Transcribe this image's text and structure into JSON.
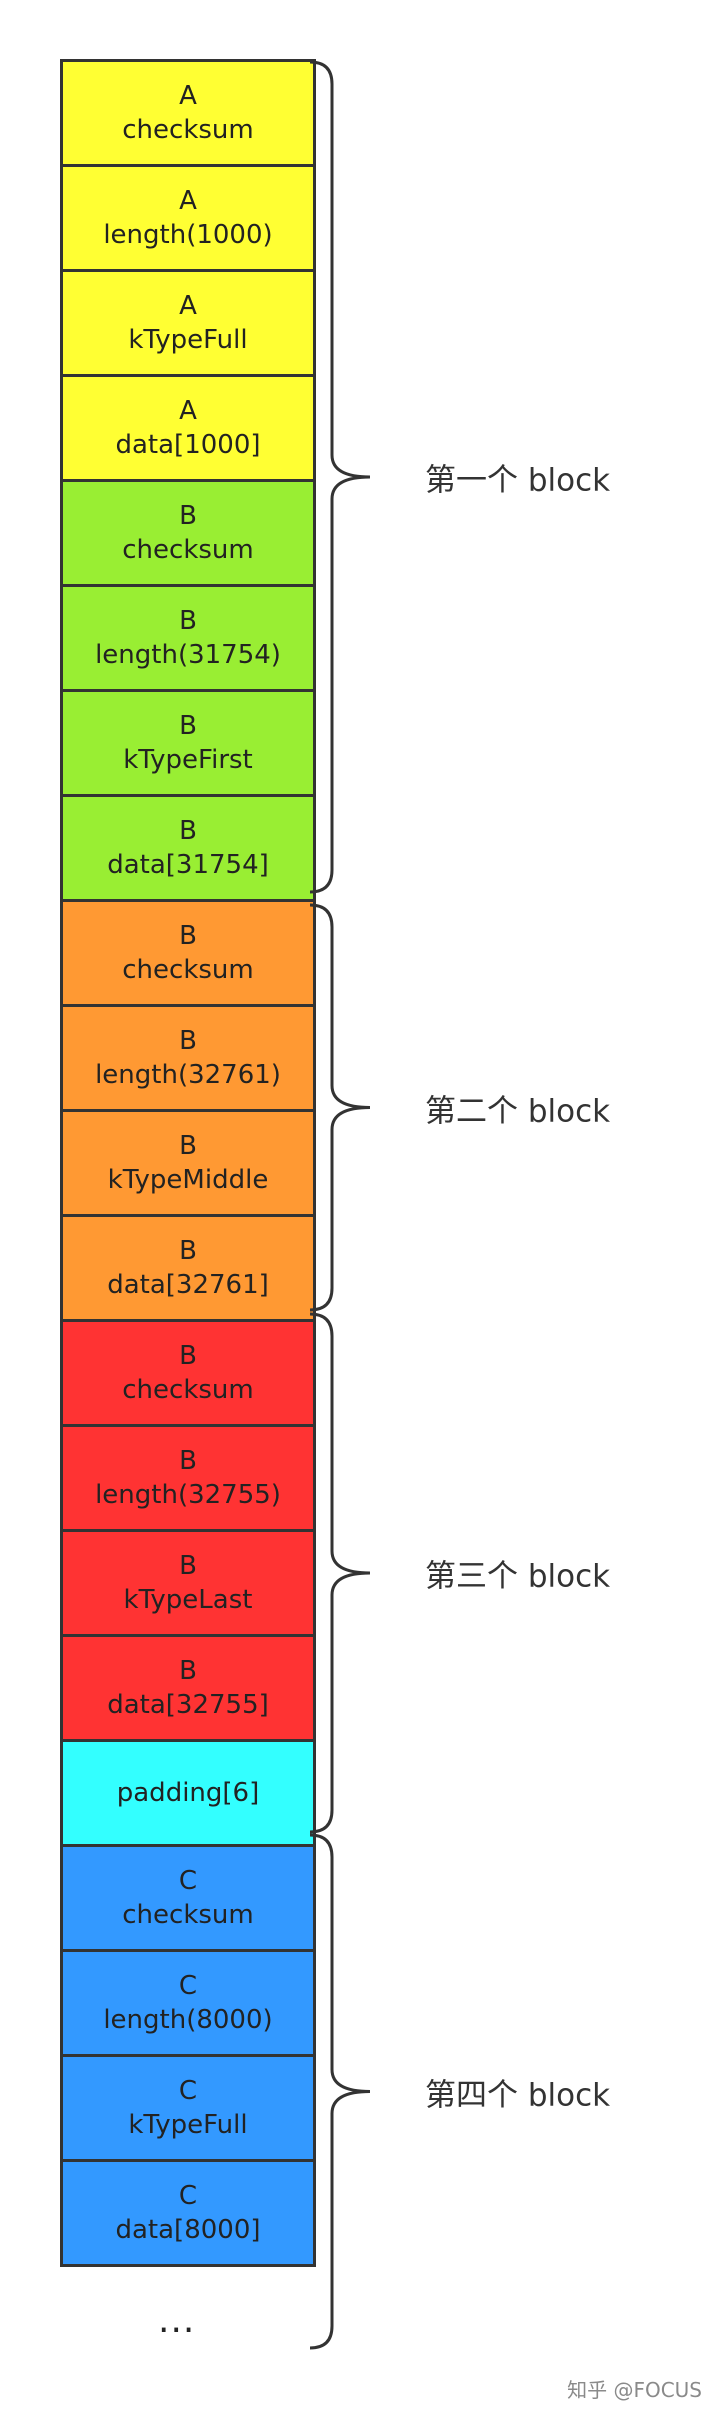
{
  "cells": [
    {
      "line1": "A",
      "line2": "checksum",
      "color": "#ffff33"
    },
    {
      "line1": "A",
      "line2": "length(1000)",
      "color": "#ffff33"
    },
    {
      "line1": "A",
      "line2": "kTypeFull",
      "color": "#ffff33"
    },
    {
      "line1": "A",
      "line2": "data[1000]",
      "color": "#ffff33"
    },
    {
      "line1": "B",
      "line2": "checksum",
      "color": "#99ee33"
    },
    {
      "line1": "B",
      "line2": "length(31754)",
      "color": "#99ee33"
    },
    {
      "line1": "B",
      "line2": "kTypeFirst",
      "color": "#99ee33"
    },
    {
      "line1": "B",
      "line2": "data[31754]",
      "color": "#99ee33"
    },
    {
      "line1": "B",
      "line2": "checksum",
      "color": "#ff9933"
    },
    {
      "line1": "B",
      "line2": "length(32761)",
      "color": "#ff9933"
    },
    {
      "line1": "B",
      "line2": "kTypeMiddle",
      "color": "#ff9933"
    },
    {
      "line1": "B",
      "line2": "data[32761]",
      "color": "#ff9933"
    },
    {
      "line1": "B",
      "line2": "checksum",
      "color": "#ff3333"
    },
    {
      "line1": "B",
      "line2": "length(32755)",
      "color": "#ff3333"
    },
    {
      "line1": "B",
      "line2": "kTypeLast",
      "color": "#ff3333"
    },
    {
      "line1": "B",
      "line2": "data[32755]",
      "color": "#ff3333"
    },
    {
      "line1": "",
      "line2": "padding[6]",
      "color": "#33ffff"
    },
    {
      "line1": "C",
      "line2": "checksum",
      "color": "#3399ff"
    },
    {
      "line1": "C",
      "line2": "length(8000)",
      "color": "#3399ff"
    },
    {
      "line1": "C",
      "line2": "kTypeFull",
      "color": "#3399ff"
    },
    {
      "line1": "C",
      "line2": "data[8000]",
      "color": "#3399ff"
    }
  ],
  "blocks": [
    {
      "label": "第一个 block"
    },
    {
      "label": "第二个 block"
    },
    {
      "label": "第三个 block"
    },
    {
      "label": "第四个 block"
    }
  ],
  "ellipsis": "...",
  "watermark": "知乎 @FOCUS"
}
